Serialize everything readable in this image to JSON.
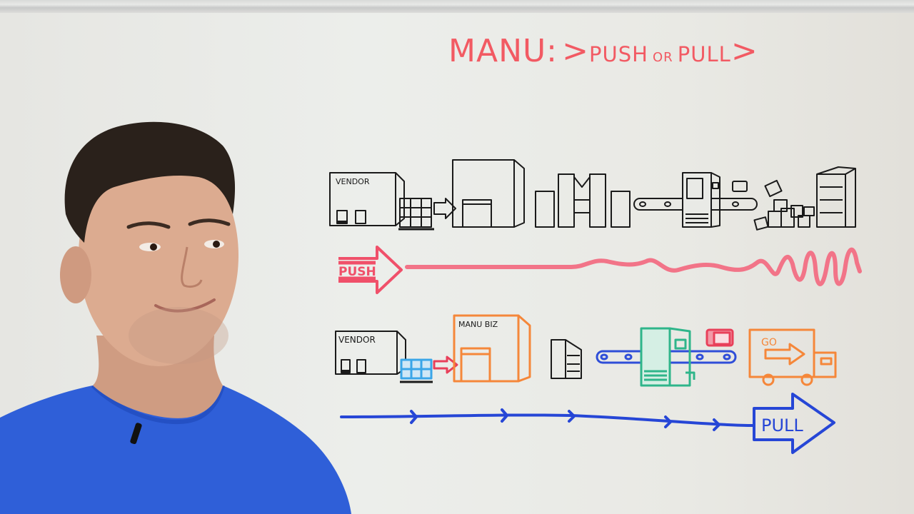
{
  "scene": {
    "type": "whiteboard-video-frame",
    "presenter": "man in blue t-shirt with lapel mic, left side"
  },
  "title": {
    "prefix": "MANU:",
    "chevron_open": ">",
    "push": "PUSH",
    "or": "OR",
    "pull": "PULL",
    "chevron_close": ">",
    "color": "#f25a63"
  },
  "push_row": {
    "vendor_label": "VENDOR",
    "arrow_label": "PUSH",
    "drawing_color": "#1a1a1a",
    "arrow_color": "#f0506a",
    "line_color": "#f07a8c",
    "items": [
      "vendor-building",
      "pallet",
      "arrow",
      "factory",
      "shelving",
      "conveyor-machine",
      "box-pile",
      "storage-rack"
    ]
  },
  "pull_row": {
    "vendor_label": "VENDOR",
    "factory_label": "MANU BIZ",
    "truck_label": "GO",
    "arrow_label": "PULL",
    "colors": {
      "pallet": "#3aa6e8",
      "arrow": "#e8405a",
      "factory": "#f5873a",
      "machine": "#2fb58a",
      "conveyor": "#2f4ed8",
      "box": "#e8405a",
      "truck": "#f5873a",
      "pull_arrow": "#2646d6"
    },
    "items": [
      "vendor-building",
      "pallet",
      "arrow",
      "manu-biz-factory",
      "shelf",
      "conveyor-machine",
      "box",
      "delivery-truck"
    ]
  },
  "presenter": {
    "shirt_color": "#2f5fd8",
    "skin_color": "#d9a88d",
    "hair_color": "#2a211b"
  }
}
